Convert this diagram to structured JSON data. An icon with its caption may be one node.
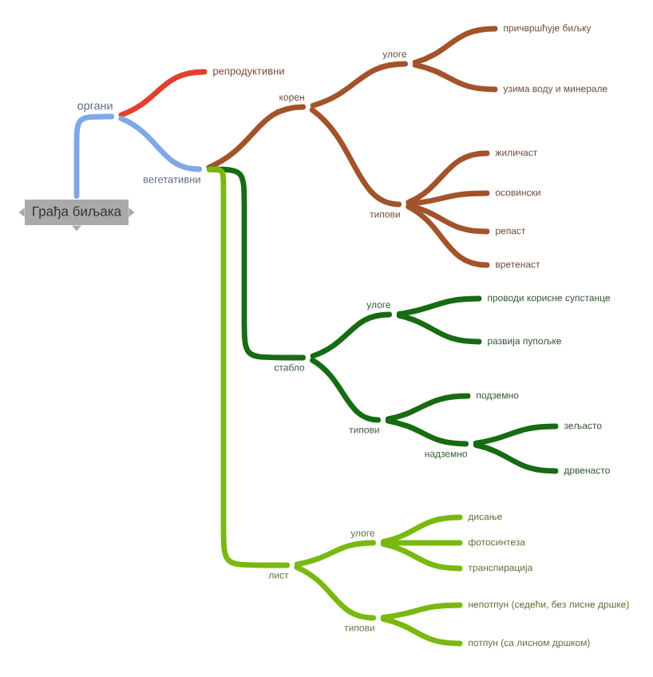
{
  "diagram": {
    "nodes": [
      {
        "text": [
          "Грађа биљака"
        ]
      },
      {
        "text": [
          "органи"
        ]
      },
      {
        "text": [
          "репродуктивни"
        ]
      },
      {
        "text": [
          "вегетативни"
        ]
      },
      {
        "text": [
          "корен"
        ]
      },
      {
        "text": [
          "улоге"
        ]
      },
      {
        "text": [
          "причвршћује биљку"
        ]
      },
      {
        "text": [
          "узима воду и минерале"
        ]
      },
      {
        "text": [
          "типови"
        ]
      },
      {
        "text": [
          "жиличаст"
        ]
      },
      {
        "text": [
          "осовински"
        ]
      },
      {
        "text": [
          "репаст"
        ]
      },
      {
        "text": [
          "вретенаст"
        ]
      },
      {
        "text": [
          "стабло"
        ]
      },
      {
        "text": [
          "улоге"
        ]
      },
      {
        "text": [
          "проводи корисне супстанце"
        ]
      },
      {
        "text": [
          "развија пупољке"
        ]
      },
      {
        "text": [
          "типови"
        ]
      },
      {
        "text": [
          "подземно"
        ]
      },
      {
        "text": [
          "надземно"
        ]
      },
      {
        "text": [
          "зељасто"
        ]
      },
      {
        "text": [
          "дрвенасто"
        ]
      },
      {
        "text": [
          "лист"
        ]
      },
      {
        "text": [
          "улоге"
        ]
      },
      {
        "text": [
          "дисање"
        ]
      },
      {
        "text": [
          "фотосинтеза"
        ]
      },
      {
        "text": [
          "транспирација"
        ]
      },
      {
        "text": [
          "типови"
        ]
      },
      {
        "text": [
          "непотпун (седећи, без лисне дршке)"
        ]
      },
      {
        "text": [
          "потпун (са лисном дршком)"
        ]
      }
    ],
    "edges": [
      {
        "from": 0,
        "to": 1,
        "arrow": "none",
        "color": "#80a8e6"
      },
      {
        "from": 1,
        "to": 2,
        "arrow": "none",
        "color": "#e2402c"
      },
      {
        "from": 1,
        "to": 3,
        "arrow": "none",
        "color": "#80a8e6"
      },
      {
        "from": 3,
        "to": 4,
        "arrow": "none",
        "color": "#a3532a"
      },
      {
        "from": 4,
        "to": 5,
        "arrow": "none",
        "color": "#a3532a"
      },
      {
        "from": 5,
        "to": 6,
        "arrow": "none",
        "color": "#a3532a"
      },
      {
        "from": 5,
        "to": 7,
        "arrow": "none",
        "color": "#a3532a"
      },
      {
        "from": 4,
        "to": 8,
        "arrow": "none",
        "color": "#a3532a"
      },
      {
        "from": 8,
        "to": 9,
        "arrow": "none",
        "color": "#a3532a"
      },
      {
        "from": 8,
        "to": 10,
        "arrow": "none",
        "color": "#a3532a"
      },
      {
        "from": 8,
        "to": 11,
        "arrow": "none",
        "color": "#a3532a"
      },
      {
        "from": 8,
        "to": 12,
        "arrow": "none",
        "color": "#a3532a"
      },
      {
        "from": 3,
        "to": 13,
        "arrow": "none",
        "color": "#176b12"
      },
      {
        "from": 13,
        "to": 14,
        "arrow": "none",
        "color": "#176b12"
      },
      {
        "from": 14,
        "to": 15,
        "arrow": "none",
        "color": "#176b12"
      },
      {
        "from": 14,
        "to": 16,
        "arrow": "none",
        "color": "#176b12"
      },
      {
        "from": 13,
        "to": 17,
        "arrow": "none",
        "color": "#176b12"
      },
      {
        "from": 17,
        "to": 18,
        "arrow": "none",
        "color": "#176b12"
      },
      {
        "from": 17,
        "to": 19,
        "arrow": "none",
        "color": "#176b12"
      },
      {
        "from": 19,
        "to": 20,
        "arrow": "none",
        "color": "#176b12"
      },
      {
        "from": 19,
        "to": 21,
        "arrow": "none",
        "color": "#176b12"
      },
      {
        "from": 3,
        "to": 22,
        "arrow": "none",
        "color": "#79b90f"
      },
      {
        "from": 22,
        "to": 23,
        "arrow": "none",
        "color": "#79b90f"
      },
      {
        "from": 23,
        "to": 24,
        "arrow": "none",
        "color": "#79b90f"
      },
      {
        "from": 23,
        "to": 25,
        "arrow": "none",
        "color": "#79b90f"
      },
      {
        "from": 23,
        "to": 26,
        "arrow": "none",
        "color": "#79b90f"
      },
      {
        "from": 22,
        "to": 27,
        "arrow": "none",
        "color": "#79b90f"
      },
      {
        "from": 27,
        "to": 28,
        "arrow": "none",
        "color": "#79b90f"
      },
      {
        "from": 27,
        "to": 29,
        "arrow": "none",
        "color": "#79b90f"
      }
    ]
  }
}
